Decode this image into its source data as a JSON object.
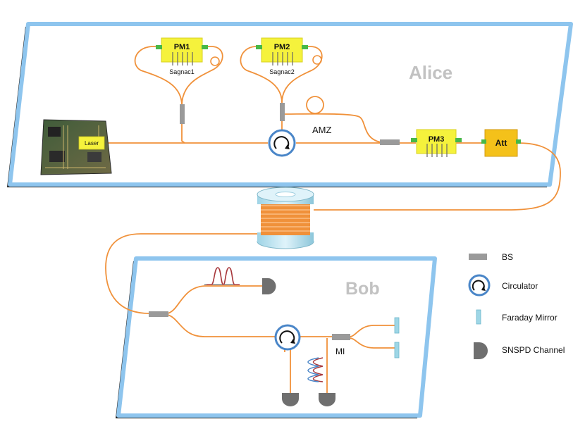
{
  "alice": {
    "title": "Alice"
  },
  "bob": {
    "title": "Bob"
  },
  "components": {
    "pm1": "PM1",
    "pm2": "PM2",
    "pm3": "PM3",
    "att": "Att",
    "sagnac1": "Sagnac1",
    "sagnac2": "Sagnac2",
    "amz": "AMZ",
    "laser": "Laser",
    "mi": "MI"
  },
  "legend": {
    "items": [
      {
        "icon": "beam-splitter-icon",
        "label": "BS"
      },
      {
        "icon": "circulator-icon",
        "label": "Circulator"
      },
      {
        "icon": "faraday-mirror-icon",
        "label": "Faraday Mirror"
      },
      {
        "icon": "snspd-channel-icon",
        "label": "SNSPD Channel"
      }
    ]
  },
  "colors": {
    "panel_border": "#8ec5ee",
    "panel_shadow": "#1c1c1c",
    "fiber": "#f0913a",
    "pm_fill": "#f5f23c",
    "att_fill": "#f4c11a",
    "bs": "#9a9a9a",
    "circulator_ring": "#4a86c8",
    "mirror": "#9ed6e6",
    "detector": "#6f6f6f",
    "title_gray": "#c2c2c2"
  }
}
